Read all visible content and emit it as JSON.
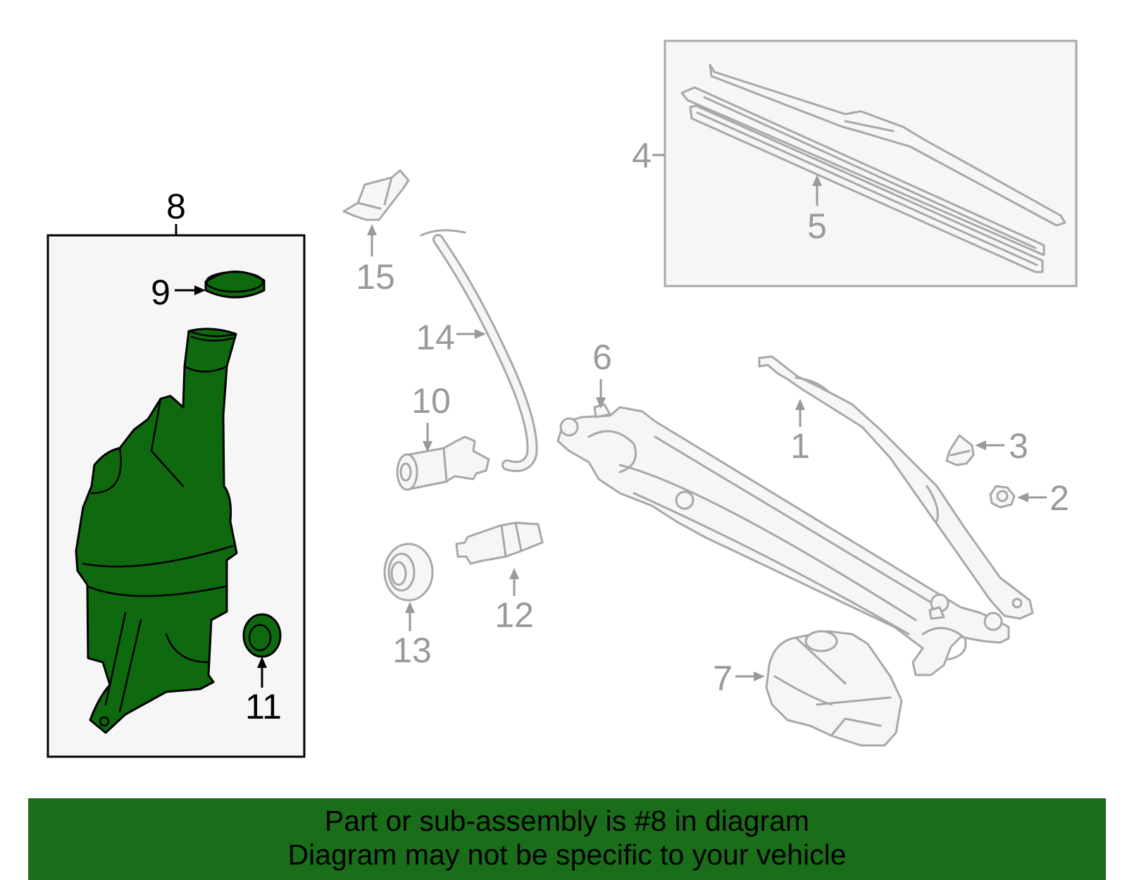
{
  "colors": {
    "highlight": "#0f6a0f",
    "banner": "#1a6e1a",
    "ghost_stroke": "#a8a8a8",
    "ghost_fill": "#f6f6f6",
    "box_fill": "#f6f6f6"
  },
  "callouts": {
    "c1": "1",
    "c2": "2",
    "c3": "3",
    "c4": "4",
    "c5": "5",
    "c6": "6",
    "c7": "7",
    "c8": "8",
    "c9": "9",
    "c10": "10",
    "c11": "11",
    "c12": "12",
    "c13": "13",
    "c14": "14",
    "c15": "15"
  },
  "banner": {
    "line1": "Part or sub-assembly is #8 in diagram",
    "line2": "Diagram may not be specific to your vehicle"
  }
}
